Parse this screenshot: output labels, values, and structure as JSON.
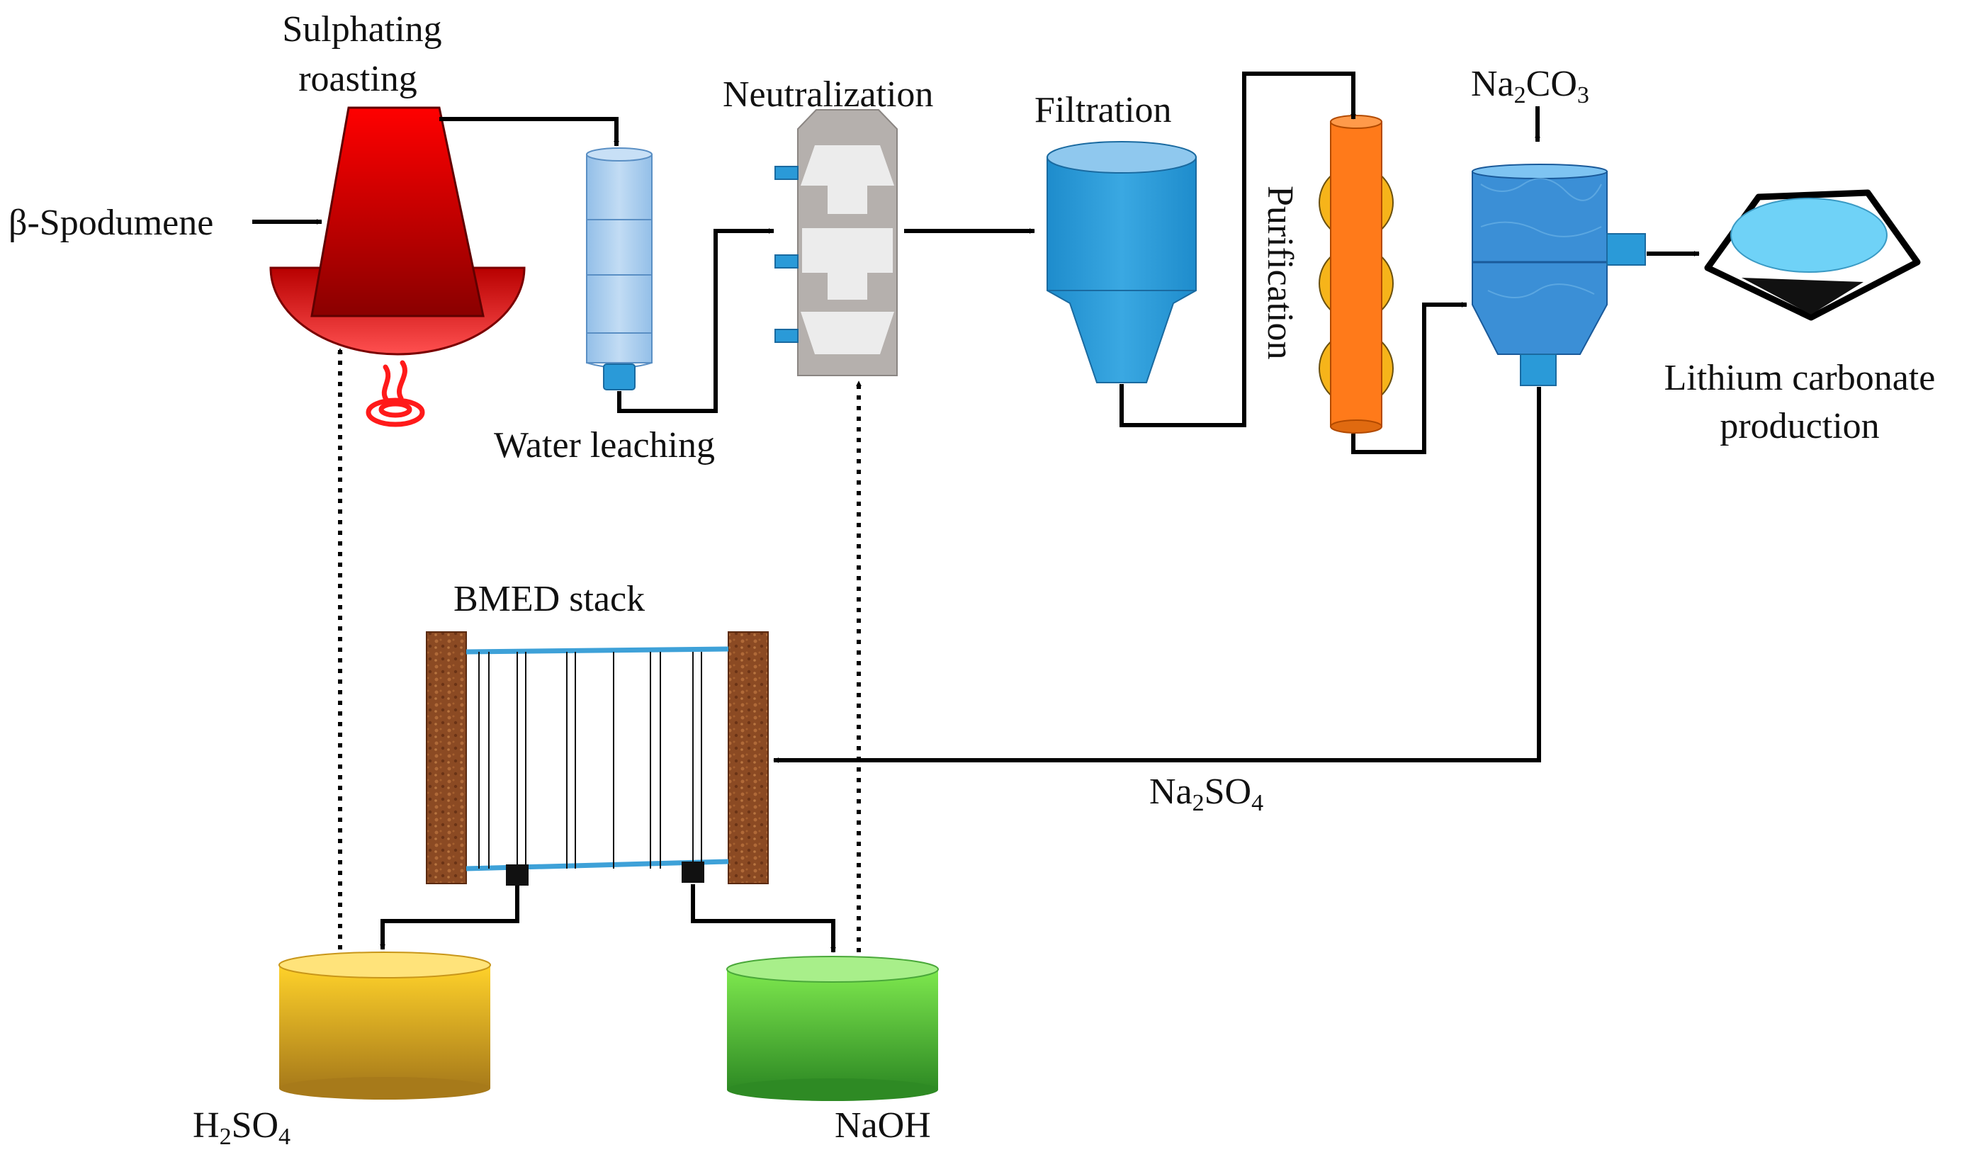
{
  "labels": {
    "sulphating_line1": "Sulphating",
    "sulphating_line2": "roasting",
    "spodumene": "β-Spodumene",
    "water_leaching": "Water leaching",
    "neutralization": "Neutralization",
    "filtration": "Filtration",
    "purification": "Purification",
    "na2co3": {
      "a": "Na",
      "s1": "2",
      "b": "CO",
      "s2": "3"
    },
    "lithium_line1": "Lithium carbonate",
    "lithium_line2": "production",
    "bmed": "BMED stack",
    "na2so4": {
      "a": "Na",
      "s1": "2",
      "b": "SO",
      "s2": "4"
    },
    "h2so4": {
      "a": "H",
      "s1": "2",
      "b": "SO",
      "s2": "4"
    },
    "naoh": "NaOH"
  },
  "colors": {
    "roaster": "#e10000",
    "bowl": "#e83a3a",
    "flame": "#ff1a1a",
    "column": "#a9cdee",
    "neutralizer": "#b5b0ad",
    "filter": "#2a9ad8",
    "purifier_tube": "#ff7a1a",
    "purifier_balls": "#f6b41a",
    "crystallizer": "#3b8fd6",
    "dish": "#6fd2f7",
    "electrode": "#8b4a23",
    "frame": "#3ea1d8",
    "acid_tank": "#f0b51a",
    "base_tank": "#6ad63a"
  }
}
